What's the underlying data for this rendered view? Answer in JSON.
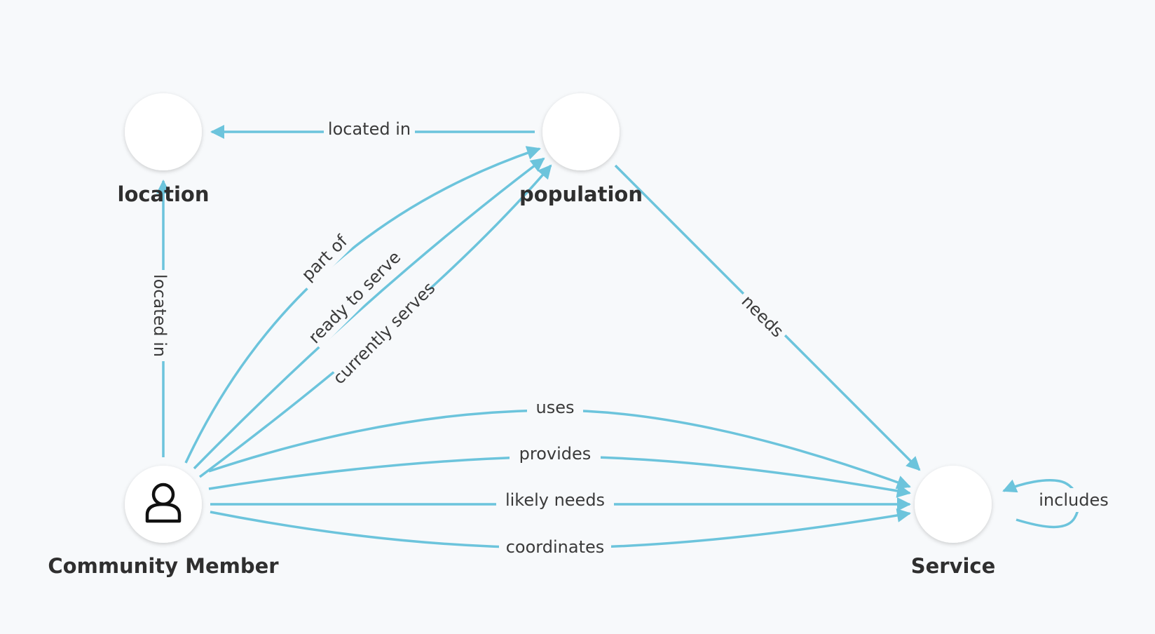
{
  "nodes": {
    "location": {
      "label": "location"
    },
    "population": {
      "label": "population"
    },
    "community_member": {
      "label": "Community Member",
      "icon": "person-icon"
    },
    "service": {
      "label": "Service"
    }
  },
  "edges": {
    "population_located_in": "located in",
    "member_located_in": "located in",
    "part_of": "part of",
    "ready_to_serve": "ready to serve",
    "currently_serves": "currently serves",
    "needs": "needs",
    "uses": "uses",
    "provides": "provides",
    "likely_needs": "likely needs",
    "coordinates": "coordinates",
    "includes": "includes"
  },
  "colors": {
    "edge": "#6cc4dc",
    "background": "#f7f9fb",
    "node": "#ffffff"
  }
}
